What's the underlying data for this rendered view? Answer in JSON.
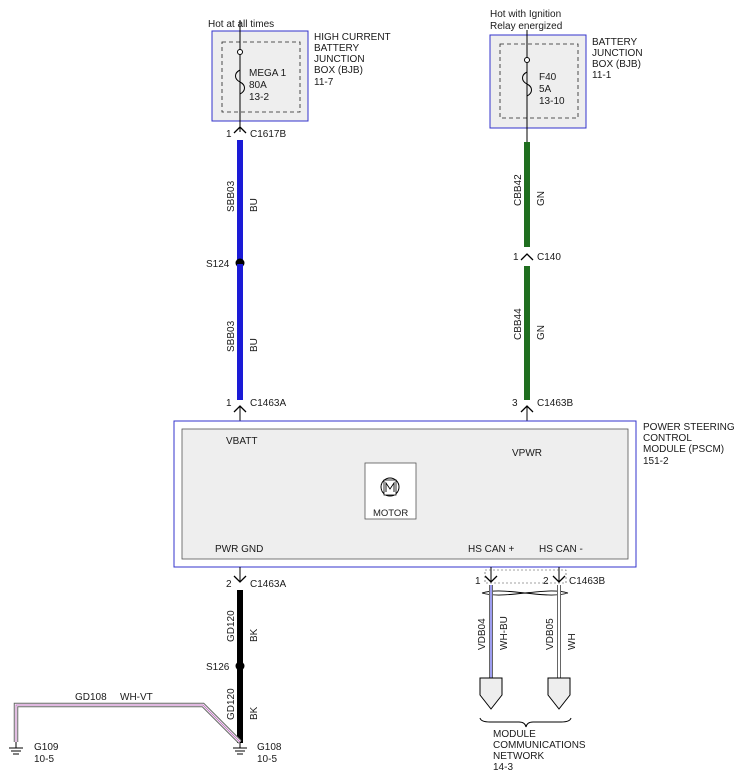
{
  "top_labels": {
    "hot_at_all_times": "Hot at all times",
    "hot_with_ignition_1": "Hot with Ignition",
    "hot_with_ignition_2": "Relay energized"
  },
  "bjb_high_current": {
    "name_lines": [
      "HIGH CURRENT",
      "BATTERY",
      "JUNCTION",
      "BOX (BJB)"
    ],
    "ref": "11-7",
    "fuse_name": "MEGA 1",
    "fuse_rating": "80A",
    "fuse_ref": "13-2"
  },
  "bjb": {
    "name_lines": [
      "BATTERY",
      "JUNCTION",
      "BOX (BJB)"
    ],
    "ref": "11-1",
    "fuse_name": "F40",
    "fuse_rating": "5A",
    "fuse_ref": "13-10"
  },
  "connectors": {
    "c1617b": {
      "pin": "1",
      "name": "C1617B"
    },
    "c140": {
      "pin": "1",
      "name": "C140"
    },
    "c1463a_top": {
      "pin": "1",
      "name": "C1463A"
    },
    "c1463b_top": {
      "pin": "3",
      "name": "C1463B"
    },
    "c1463a_bottom": {
      "pin": "2",
      "name": "C1463A"
    },
    "c1463b_bottom": {
      "pin1": "1",
      "pin2": "2",
      "name": "C1463B"
    }
  },
  "splices": {
    "s124": "S124",
    "s126": "S126"
  },
  "wires": {
    "sbb03_upper": {
      "circuit": "SBB03",
      "color": "BU"
    },
    "sbb03_lower": {
      "circuit": "SBB03",
      "color": "BU"
    },
    "cbb42": {
      "circuit": "CBB42",
      "color": "GN"
    },
    "cbb44": {
      "circuit": "CBB44",
      "color": "GN"
    },
    "gd120_upper": {
      "circuit": "GD120",
      "color": "BK"
    },
    "gd120_lower": {
      "circuit": "GD120",
      "color": "BK"
    },
    "gd108": {
      "circuit": "GD108",
      "color": "WH-VT"
    },
    "vdb04": {
      "circuit": "VDB04",
      "color": "WH-BU"
    },
    "vdb05": {
      "circuit": "VDB05",
      "color": "WH"
    }
  },
  "pscm": {
    "name_lines": [
      "POWER STEERING",
      "CONTROL",
      "MODULE (PSCM)"
    ],
    "ref": "151-2",
    "pin_vbatt": "VBATT",
    "pin_vpwr": "VPWR",
    "pin_pwr_gnd": "PWR GND",
    "pin_hs_can_plus": "HS CAN +",
    "pin_hs_can_minus": "HS CAN -",
    "motor_label": "MOTOR"
  },
  "grounds": {
    "g109": {
      "name": "G109",
      "ref": "10-5"
    },
    "g108": {
      "name": "G108",
      "ref": "10-5"
    }
  },
  "network": {
    "name_lines": [
      "MODULE",
      "COMMUNICATIONS",
      "NETWORK"
    ],
    "ref": "14-3"
  },
  "colors": {
    "blue_wire": "#1a1ad6",
    "green_wire": "#1f6e1f",
    "black_wire": "#000000",
    "component_border": "#3333cc",
    "component_fill": "#eeeeee",
    "violet_stripe": "#c070c0"
  }
}
